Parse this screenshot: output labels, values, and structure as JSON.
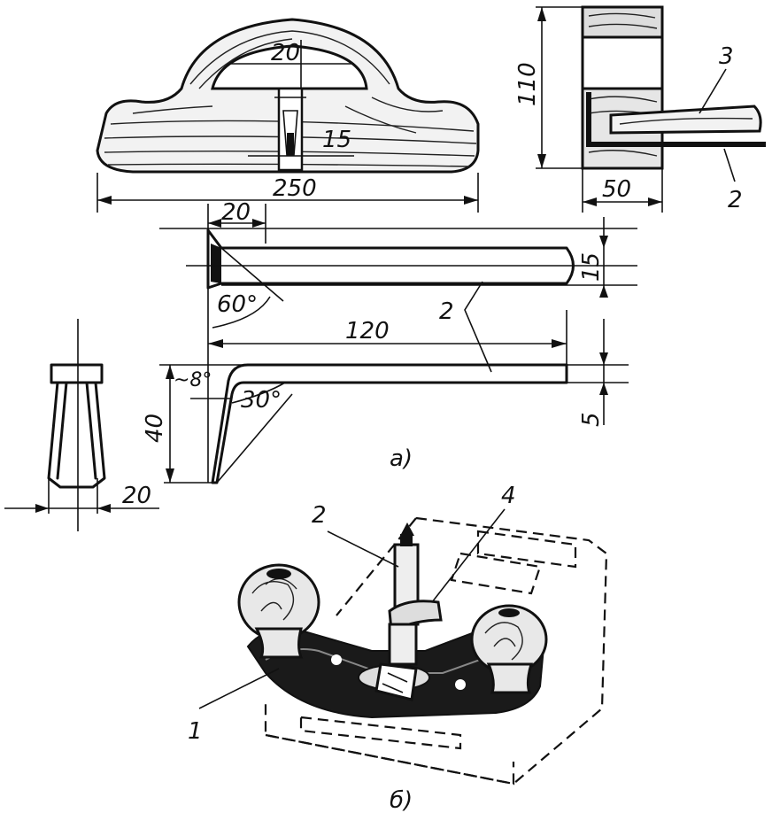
{
  "figure": {
    "dimensions": {
      "handle_width": "250",
      "slot_width": "20",
      "blade_slot": "15",
      "section_height": "110",
      "section_width": "50",
      "blade_flat_width": "20",
      "blade_length": "120",
      "blade_thickness": "15",
      "blade_angle": "60°",
      "tip_angle_small": "~8°",
      "tip_angle_bevel": "30°",
      "tip_height": "40",
      "tip_thickness": "5",
      "shank_width": "20"
    },
    "part_labels": {
      "one": "1",
      "two": "2",
      "three": "3",
      "four": "4"
    },
    "panel_labels": {
      "a": "а)",
      "b": "б)"
    }
  }
}
